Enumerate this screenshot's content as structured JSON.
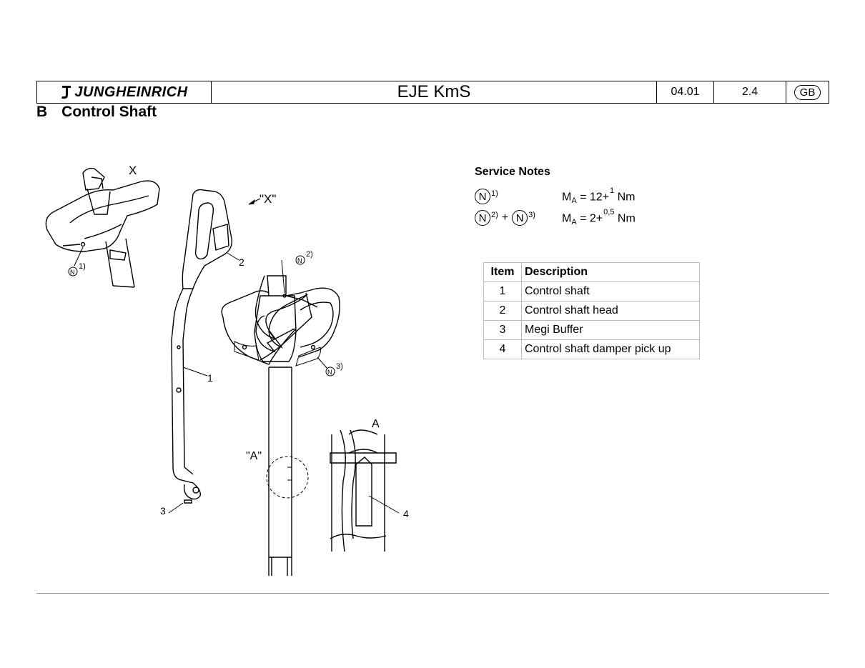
{
  "header": {
    "logo_text": "JUNGHEINRICH",
    "model": "EJE KmS",
    "date": "04.01",
    "version": "2.4",
    "language": "GB"
  },
  "section": {
    "letter": "B",
    "title": "Control Shaft"
  },
  "drawing": {
    "labels": {
      "x_view": "X",
      "x_ref": "\"X\"",
      "a_view": "A",
      "a_ref": "\"A\"",
      "n": "N",
      "n1": "1)",
      "n2": "2)",
      "n3": "3)",
      "p1": "1",
      "p2": "2",
      "p3": "3",
      "p4": "4"
    }
  },
  "service_notes": {
    "title": "Service Notes",
    "rows": [
      {
        "refs": [
          "1)"
        ],
        "torque_prefix": "M",
        "torque_sub": "A",
        "torque_value": " = 12+",
        "torque_sup": "1",
        "torque_unit": " Nm"
      },
      {
        "refs": [
          "2)",
          "3)"
        ],
        "joiner": "+",
        "torque_prefix": "M",
        "torque_sub": "A",
        "torque_value": " = 2+",
        "torque_sup": "0,5",
        "torque_unit": " Nm"
      }
    ]
  },
  "parts": {
    "headers": {
      "item": "Item",
      "description": "Description"
    },
    "rows": [
      {
        "item": "1",
        "description": "Control shaft"
      },
      {
        "item": "2",
        "description": "Control shaft head"
      },
      {
        "item": "3",
        "description": "Megi Buffer"
      },
      {
        "item": "4",
        "description": "Control shaft damper pick up"
      }
    ]
  }
}
